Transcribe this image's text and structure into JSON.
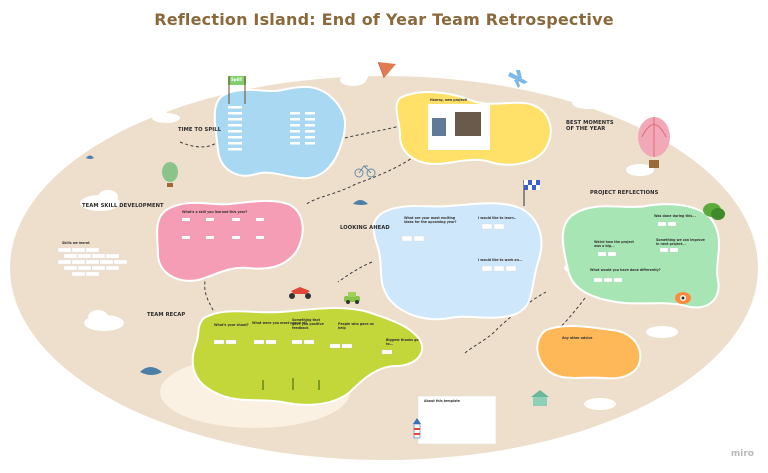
{
  "title": "Reflection Island: End of Year Team Retrospective",
  "brand": "miro",
  "colors": {
    "ground": "#eedfcd",
    "path": "#3d3d3d",
    "title": "#8a6a3c",
    "blue_island": "#a9d9f2",
    "yellow_island": "#ffe16a",
    "pink_island": "#f59db4",
    "lightblue_island": "#cfe7fb",
    "green_island": "#a7e6b4",
    "olive_island": "#c3d63a",
    "orange_island": "#ffb857"
  },
  "sections": {
    "time_to_spill": {
      "label": "TIME TO SPILL",
      "flag": "Spill!"
    },
    "best_moments": {
      "label": "BEST MOMENTS\nOF THE YEAR",
      "note": "Hooray, new project!"
    },
    "team_skill": {
      "label": "TEAM SKILL DEVELOPMENT",
      "prompt": "What's a skill you learned this year?",
      "sub": "Skills we learnt"
    },
    "looking_ahead": {
      "label": "LOOKING AHEAD",
      "prompts": [
        "What are your most exciting ideas for the upcoming year?",
        "I would like to learn..",
        "I would like to work on..."
      ]
    },
    "project_reflections": {
      "label": "PROJECT REFLECTIONS",
      "prompts": [
        "Was done during this...",
        "Weird how the project was a big...",
        "Something we can improve in next project...",
        "What would you have done differently?"
      ]
    },
    "team_recap": {
      "label": "TEAM RECAP",
      "prompts": [
        "What's your shout?",
        "What were you most proud of?",
        "Something that gave you positive feedback",
        "People who gave us help",
        "Biggest thanks go to..."
      ]
    },
    "orange": {
      "prompt": "Any other advice"
    },
    "about": {
      "title": "About this template"
    }
  },
  "icons": [
    "flag-icon",
    "kite-icon",
    "airplane-icon",
    "balloon-icon",
    "bicycle-icon",
    "bird-icon",
    "checkered-flag-icon",
    "motorcycle-icon",
    "car-icon",
    "lighthouse-icon",
    "cloud-icon",
    "plant-icon",
    "eye-icon",
    "house-icon"
  ]
}
